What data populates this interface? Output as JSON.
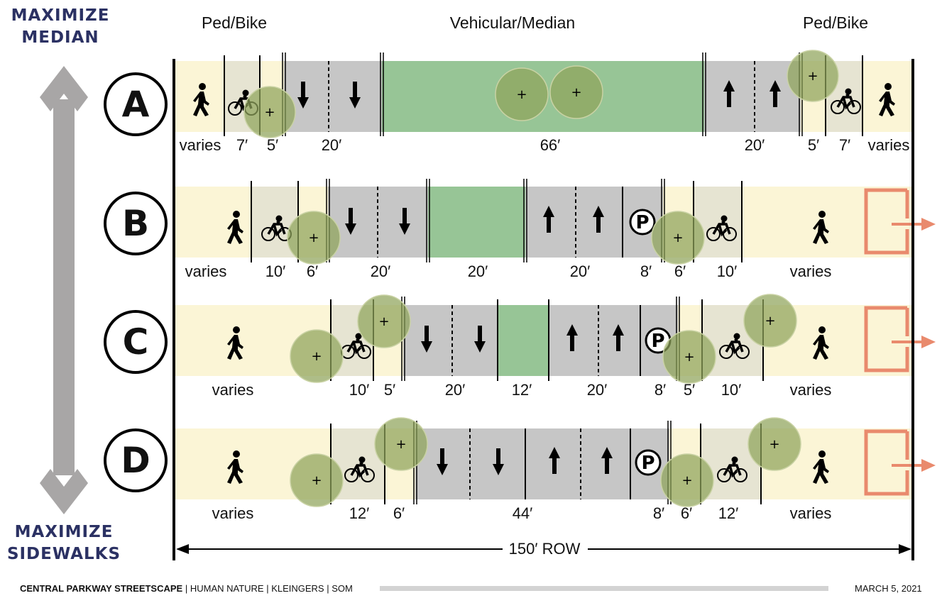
{
  "left_labels": {
    "top": "MAXIMIZE\nMEDIAN",
    "bottom": "MAXIMIZE\nSIDEWALKS"
  },
  "column_headers": [
    "Ped/Bike",
    "Vehicular/Median",
    "Ped/Bike"
  ],
  "rows": [
    {
      "letter": "A",
      "dims": [
        "varies",
        "7′",
        "5′",
        "20′",
        "66′",
        "20′",
        "5′",
        "7′",
        "varies"
      ]
    },
    {
      "letter": "B",
      "dims": [
        "varies",
        "10′",
        "6′",
        "20′",
        "20′",
        "20′",
        "8′",
        "6′",
        "10′",
        "varies"
      ]
    },
    {
      "letter": "C",
      "dims": [
        "varies",
        "10′",
        "5′",
        "20′",
        "12′",
        "20′",
        "8′",
        "5′",
        "10′",
        "varies"
      ]
    },
    {
      "letter": "D",
      "dims": [
        "varies",
        "12′",
        "6′",
        "44′",
        "8′",
        "6′",
        "12′",
        "varies"
      ]
    }
  ],
  "row_label": "150′ ROW",
  "parking_symbol": "P",
  "tree_symbol": "+",
  "footer": {
    "title": "CENTRAL PARKWAY STREETSCAPE",
    "credits": " | HUMAN NATURE | KLEINGERS | SOM",
    "date": "MARCH 5, 2021"
  },
  "colors": {
    "sidewalk": "#fbf5d6",
    "bike": "#e6e4d2",
    "road": "#c6c6c6",
    "median": "#97c596",
    "tree": "#8fa45a",
    "arrow_gray": "#a8a6a6",
    "building": "#e98a6d",
    "accent": "#2b3163"
  }
}
